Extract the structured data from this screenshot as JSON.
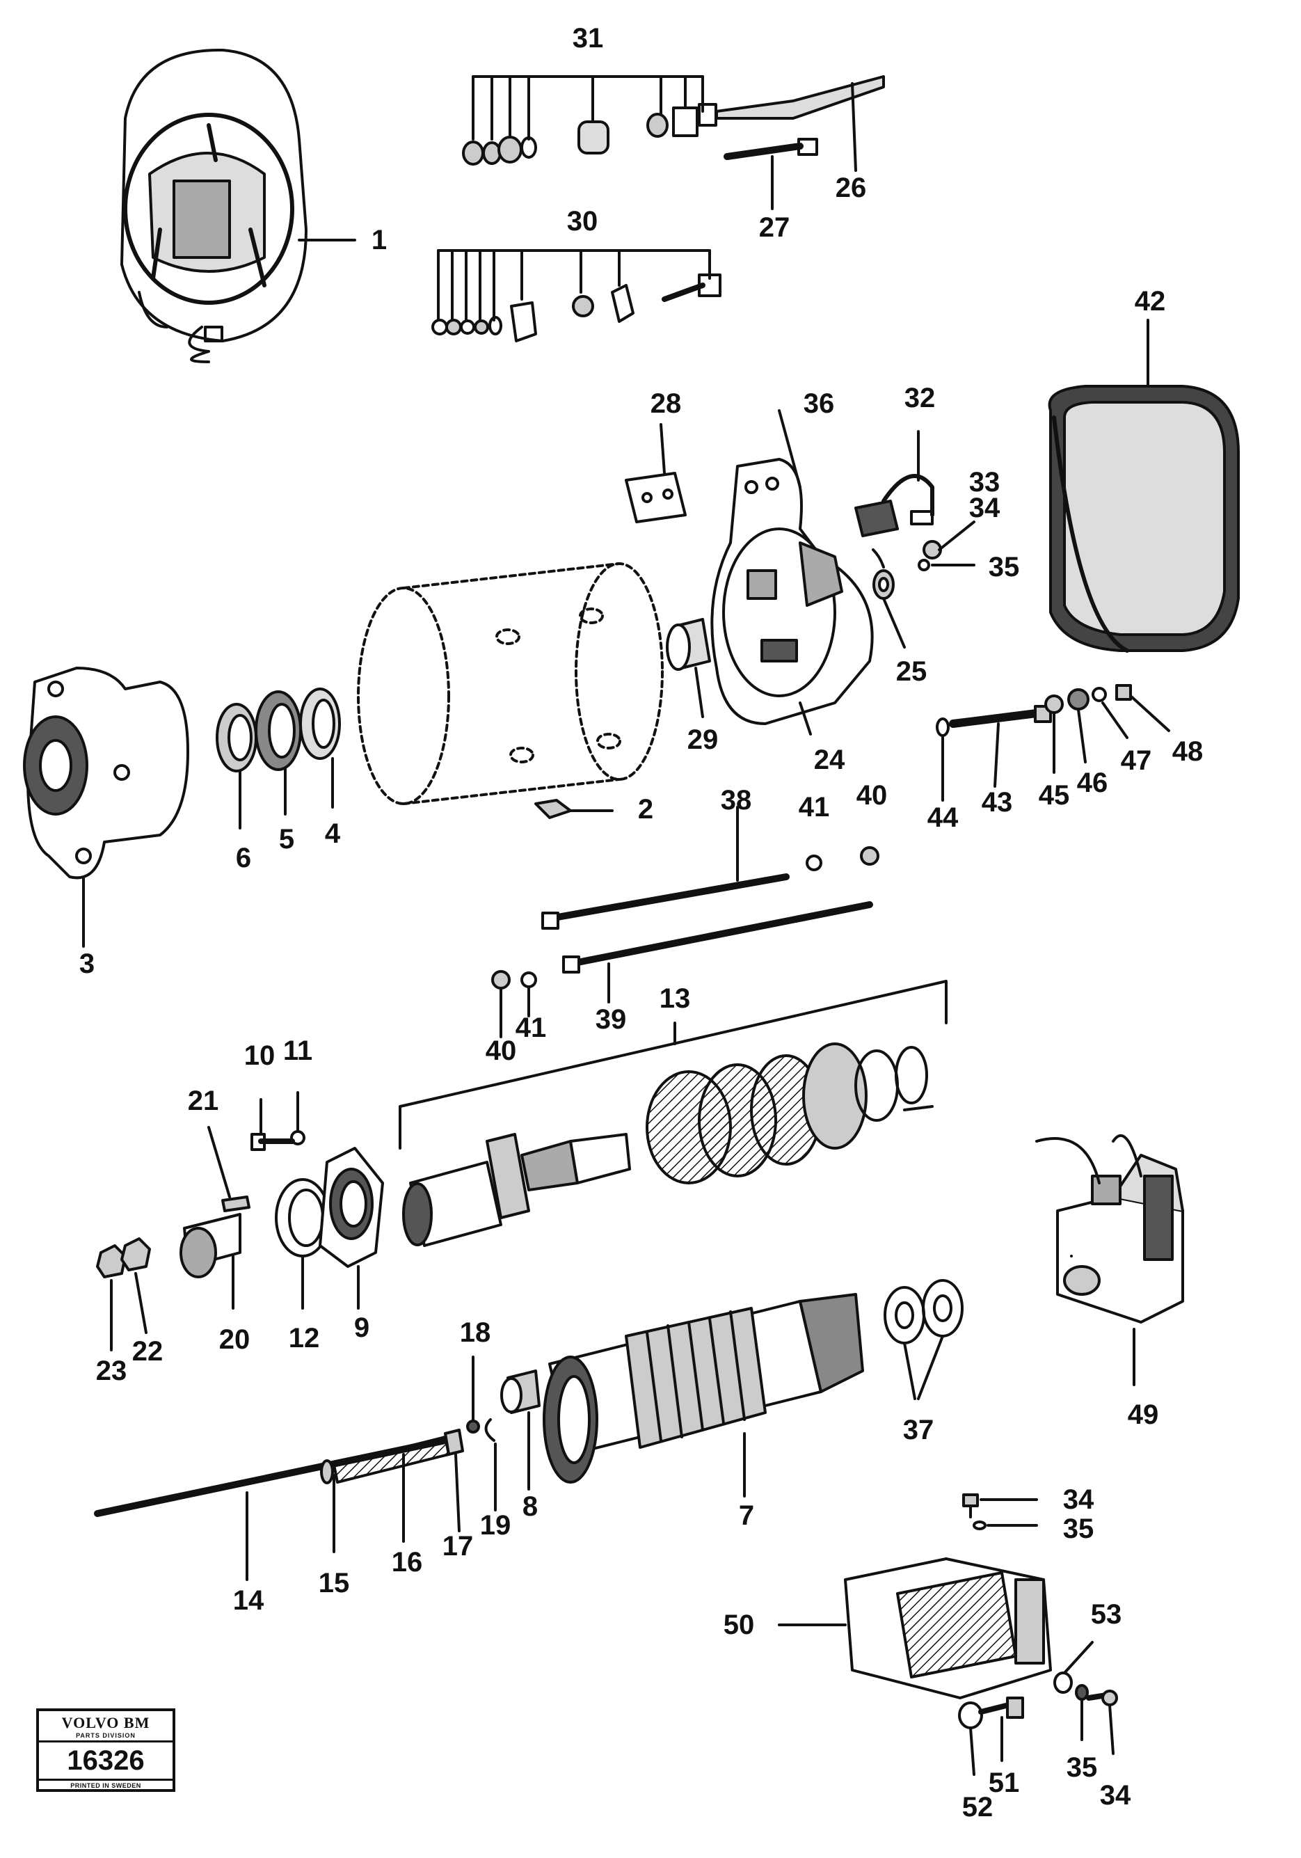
{
  "callouts": [
    "1",
    "2",
    "3",
    "4",
    "5",
    "6",
    "7",
    "8",
    "9",
    "10",
    "11",
    "12",
    "13",
    "14",
    "15",
    "16",
    "17",
    "18",
    "19",
    "20",
    "21",
    "22",
    "23",
    "24",
    "25",
    "26",
    "27",
    "28",
    "29",
    "30",
    "31",
    "32",
    "33",
    "34",
    "35",
    "36",
    "37",
    "38",
    "39",
    "40",
    "41",
    "42",
    "43",
    "44",
    "45",
    "46",
    "47",
    "48",
    "49",
    "50",
    "51",
    "52",
    "53"
  ],
  "badge": {
    "brand": "VOLVO BM",
    "division": "PARTS DIVISION",
    "number": "16326",
    "printed": "PRINTED IN SWEDEN"
  }
}
